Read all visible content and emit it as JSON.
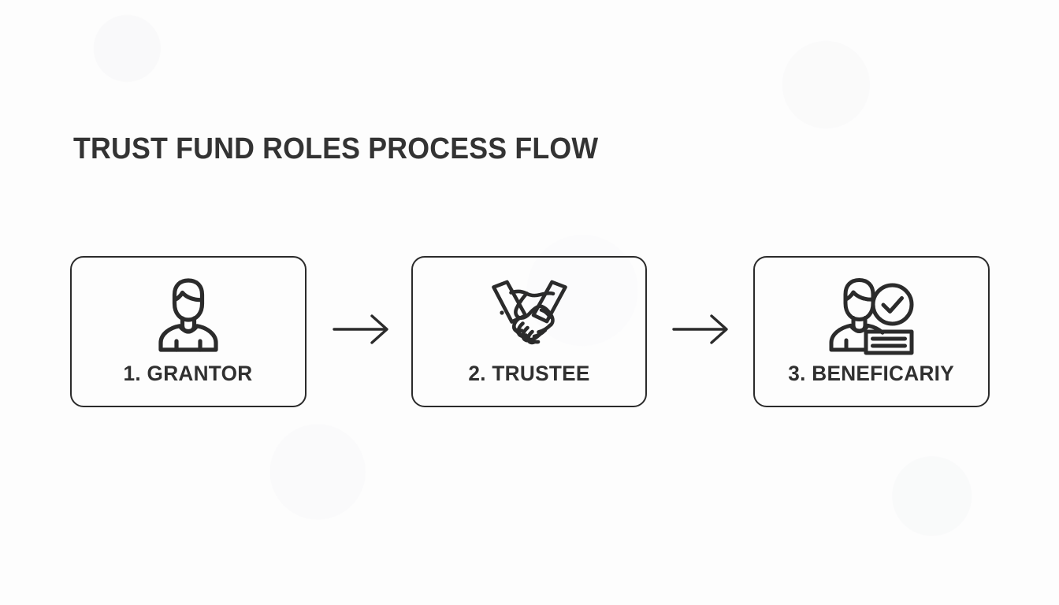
{
  "page": {
    "title": "TRUST FUND ROLES PROCESS FLOW",
    "background_color": "#fdfdfd",
    "ink_color": "#2b2b2b",
    "text_color": "#333333"
  },
  "flow": {
    "steps": [
      {
        "number": "1",
        "label": "1. GRANTOR",
        "icon": "person-icon"
      },
      {
        "number": "2",
        "label": "2. TRUSTEE",
        "icon": "handshake-icon"
      },
      {
        "number": "3",
        "label": "3. BENEFICARIY",
        "icon": "person-verified-card-icon"
      }
    ],
    "connectors": [
      {
        "icon": "arrow-right-icon",
        "from": "1. GRANTOR",
        "to": "2. TRUSTEE"
      },
      {
        "icon": "arrow-right-icon",
        "from": "2. TRUSTEE",
        "to": "3. BENEFICARIY"
      }
    ]
  }
}
